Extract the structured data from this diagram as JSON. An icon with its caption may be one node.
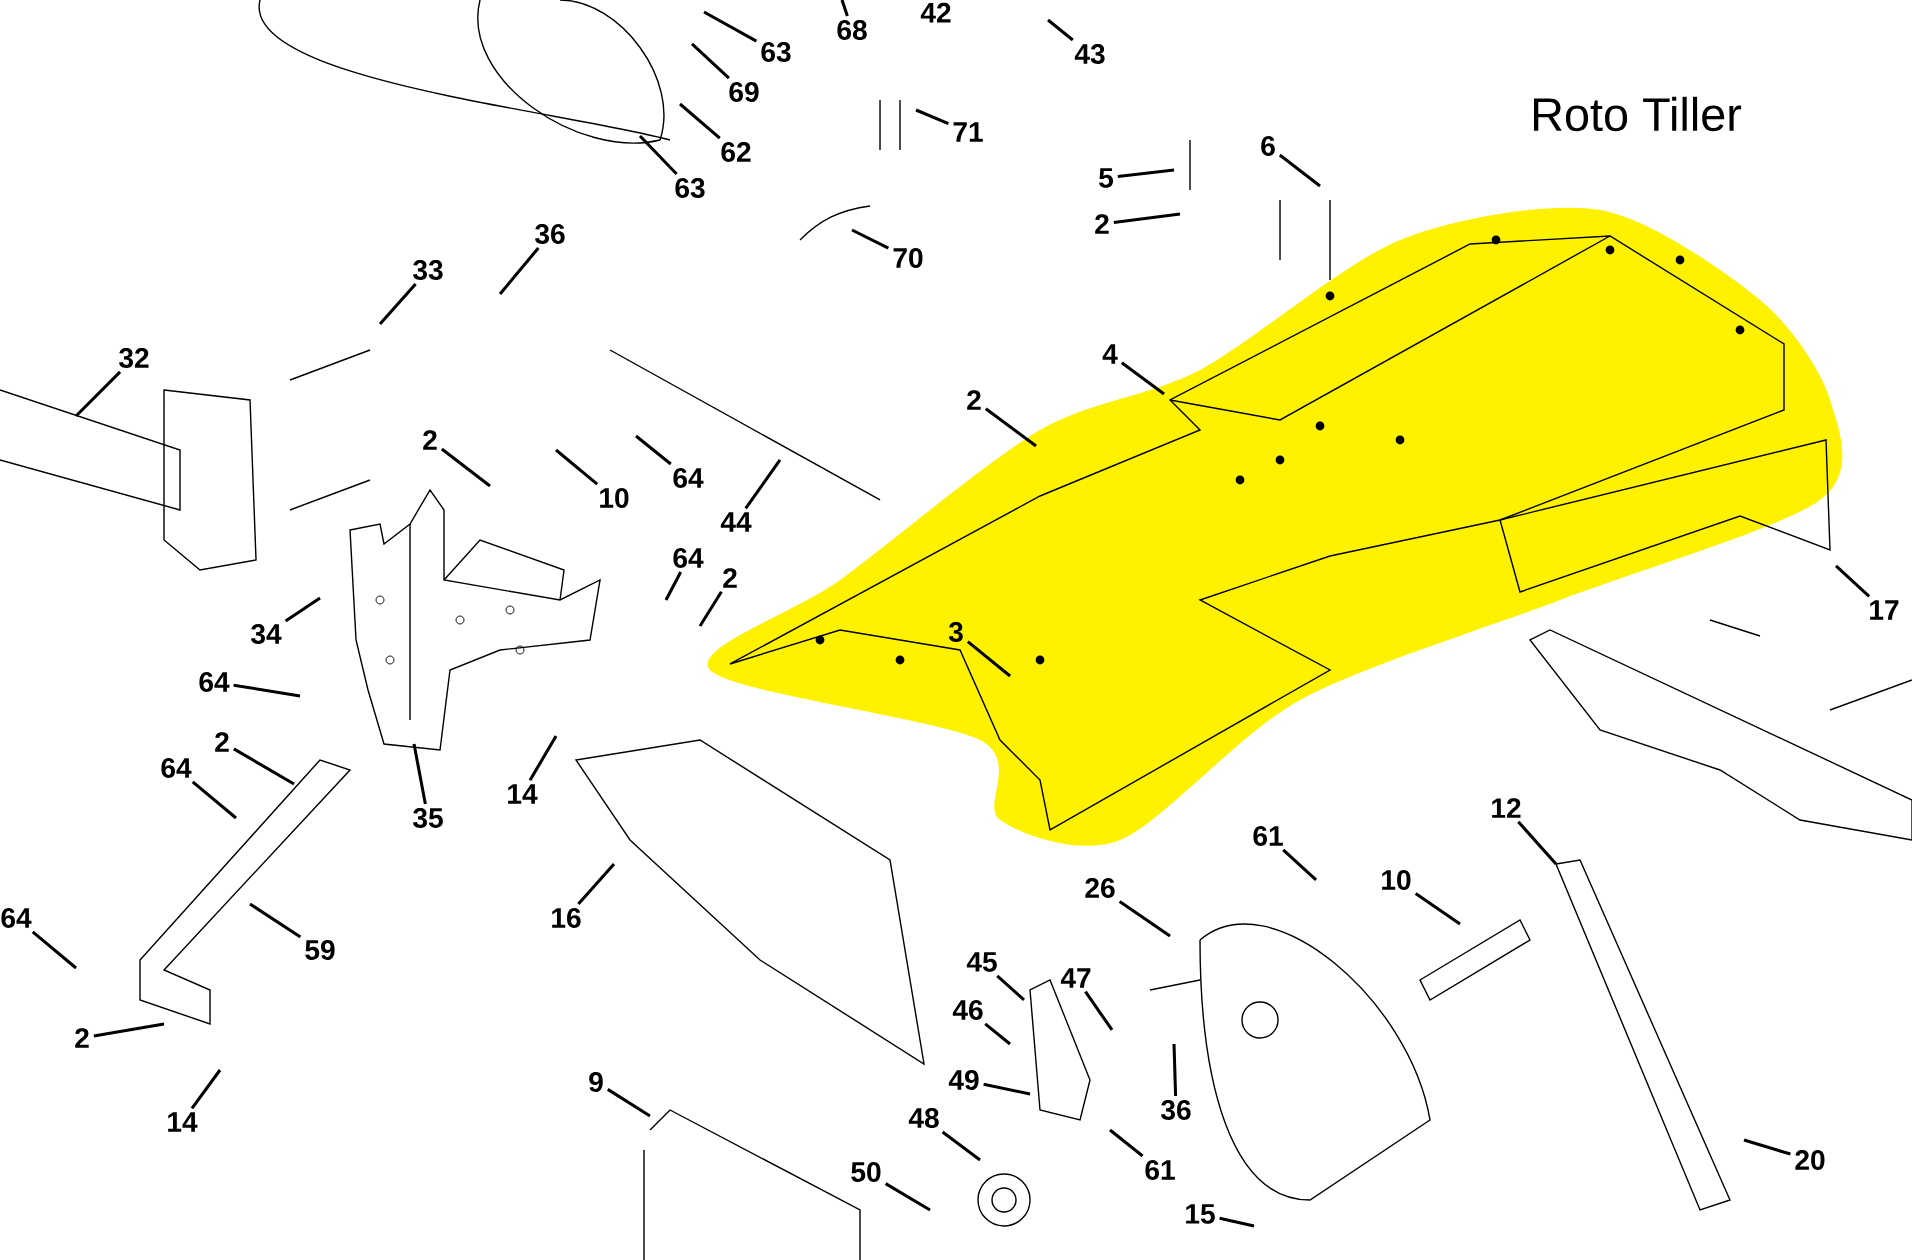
{
  "diagram": {
    "title": "Roto Tiller",
    "nodes": [
      {
        "text": [
          "63"
        ]
      },
      {
        "text": [
          "68"
        ]
      },
      {
        "text": [
          "43"
        ]
      },
      {
        "text": [
          "69"
        ]
      },
      {
        "text": [
          "71"
        ]
      },
      {
        "text": [
          "62"
        ]
      },
      {
        "text": [
          "63"
        ]
      },
      {
        "text": [
          "70"
        ]
      },
      {
        "text": [
          "5"
        ]
      },
      {
        "text": [
          "2"
        ]
      },
      {
        "text": [
          "6"
        ]
      },
      {
        "text": [
          "36"
        ]
      },
      {
        "text": [
          "33"
        ]
      },
      {
        "text": [
          "32"
        ]
      },
      {
        "text": [
          "4"
        ]
      },
      {
        "text": [
          "2"
        ]
      },
      {
        "text": [
          "2"
        ]
      },
      {
        "text": [
          "10"
        ]
      },
      {
        "text": [
          "64"
        ]
      },
      {
        "text": [
          "44"
        ]
      },
      {
        "text": [
          "64"
        ]
      },
      {
        "text": [
          "2"
        ]
      },
      {
        "text": [
          "3"
        ]
      },
      {
        "text": [
          "34"
        ]
      },
      {
        "text": [
          "64"
        ]
      },
      {
        "text": [
          "2"
        ]
      },
      {
        "text": [
          "64"
        ]
      },
      {
        "text": [
          "35"
        ]
      },
      {
        "text": [
          "14"
        ]
      },
      {
        "text": [
          "16"
        ]
      },
      {
        "text": [
          "59"
        ]
      },
      {
        "text": [
          "64"
        ]
      },
      {
        "text": [
          "2"
        ]
      },
      {
        "text": [
          "14"
        ]
      },
      {
        "text": [
          "12"
        ]
      },
      {
        "text": [
          "10"
        ]
      },
      {
        "text": [
          "61"
        ]
      },
      {
        "text": [
          "26"
        ]
      },
      {
        "text": [
          "45"
        ]
      },
      {
        "text": [
          "47"
        ]
      },
      {
        "text": [
          "46"
        ]
      },
      {
        "text": [
          "49"
        ]
      },
      {
        "text": [
          "36"
        ]
      },
      {
        "text": [
          "48"
        ]
      },
      {
        "text": [
          "61"
        ]
      },
      {
        "text": [
          "50"
        ]
      },
      {
        "text": [
          "20"
        ]
      },
      {
        "text": [
          "15"
        ]
      },
      {
        "text": [
          "17"
        ]
      },
      {
        "text": [
          "9"
        ]
      }
    ],
    "edges": [
      {
        "from": 0,
        "to": null,
        "arrow": "none"
      },
      {
        "from": 1,
        "to": null,
        "arrow": "none"
      },
      {
        "from": 2,
        "to": null,
        "arrow": "none"
      },
      {
        "from": 3,
        "to": null,
        "arrow": "none"
      },
      {
        "from": 4,
        "to": null,
        "arrow": "none"
      },
      {
        "from": 5,
        "to": null,
        "arrow": "none"
      },
      {
        "from": 6,
        "to": null,
        "arrow": "none"
      },
      {
        "from": 7,
        "to": null,
        "arrow": "none"
      },
      {
        "from": 8,
        "to": null,
        "arrow": "none"
      },
      {
        "from": 9,
        "to": null,
        "arrow": "none"
      },
      {
        "from": 10,
        "to": null,
        "arrow": "none"
      },
      {
        "from": 11,
        "to": null,
        "arrow": "none"
      },
      {
        "from": 12,
        "to": null,
        "arrow": "none"
      },
      {
        "from": 13,
        "to": null,
        "arrow": "none"
      },
      {
        "from": 14,
        "to": null,
        "arrow": "none"
      },
      {
        "from": 15,
        "to": null,
        "arrow": "none"
      },
      {
        "from": 16,
        "to": null,
        "arrow": "none"
      },
      {
        "from": 17,
        "to": null,
        "arrow": "none"
      },
      {
        "from": 18,
        "to": null,
        "arrow": "none"
      },
      {
        "from": 19,
        "to": null,
        "arrow": "none"
      },
      {
        "from": 20,
        "to": null,
        "arrow": "none"
      },
      {
        "from": 21,
        "to": null,
        "arrow": "none"
      },
      {
        "from": 22,
        "to": null,
        "arrow": "none"
      },
      {
        "from": 23,
        "to": null,
        "arrow": "none"
      },
      {
        "from": 24,
        "to": null,
        "arrow": "none"
      },
      {
        "from": 25,
        "to": null,
        "arrow": "none"
      },
      {
        "from": 26,
        "to": null,
        "arrow": "none"
      },
      {
        "from": 27,
        "to": null,
        "arrow": "none"
      },
      {
        "from": 28,
        "to": null,
        "arrow": "none"
      },
      {
        "from": 29,
        "to": null,
        "arrow": "none"
      },
      {
        "from": 30,
        "to": null,
        "arrow": "none"
      },
      {
        "from": 31,
        "to": null,
        "arrow": "none"
      },
      {
        "from": 32,
        "to": null,
        "arrow": "none"
      },
      {
        "from": 33,
        "to": null,
        "arrow": "none"
      },
      {
        "from": 34,
        "to": null,
        "arrow": "none"
      },
      {
        "from": 35,
        "to": null,
        "arrow": "none"
      },
      {
        "from": 36,
        "to": null,
        "arrow": "none"
      },
      {
        "from": 37,
        "to": null,
        "arrow": "none"
      },
      {
        "from": 38,
        "to": null,
        "arrow": "none"
      },
      {
        "from": 39,
        "to": null,
        "arrow": "none"
      },
      {
        "from": 40,
        "to": null,
        "arrow": "none"
      },
      {
        "from": 41,
        "to": null,
        "arrow": "none"
      },
      {
        "from": 42,
        "to": null,
        "arrow": "none"
      },
      {
        "from": 43,
        "to": null,
        "arrow": "none"
      },
      {
        "from": 44,
        "to": null,
        "arrow": "none"
      },
      {
        "from": 45,
        "to": null,
        "arrow": "none"
      },
      {
        "from": 46,
        "to": null,
        "arrow": "none"
      },
      {
        "from": 47,
        "to": null,
        "arrow": "none"
      },
      {
        "from": 48,
        "to": null,
        "arrow": "none"
      },
      {
        "from": 49,
        "to": null,
        "arrow": "none"
      }
    ],
    "labels": [
      "42"
    ]
  }
}
